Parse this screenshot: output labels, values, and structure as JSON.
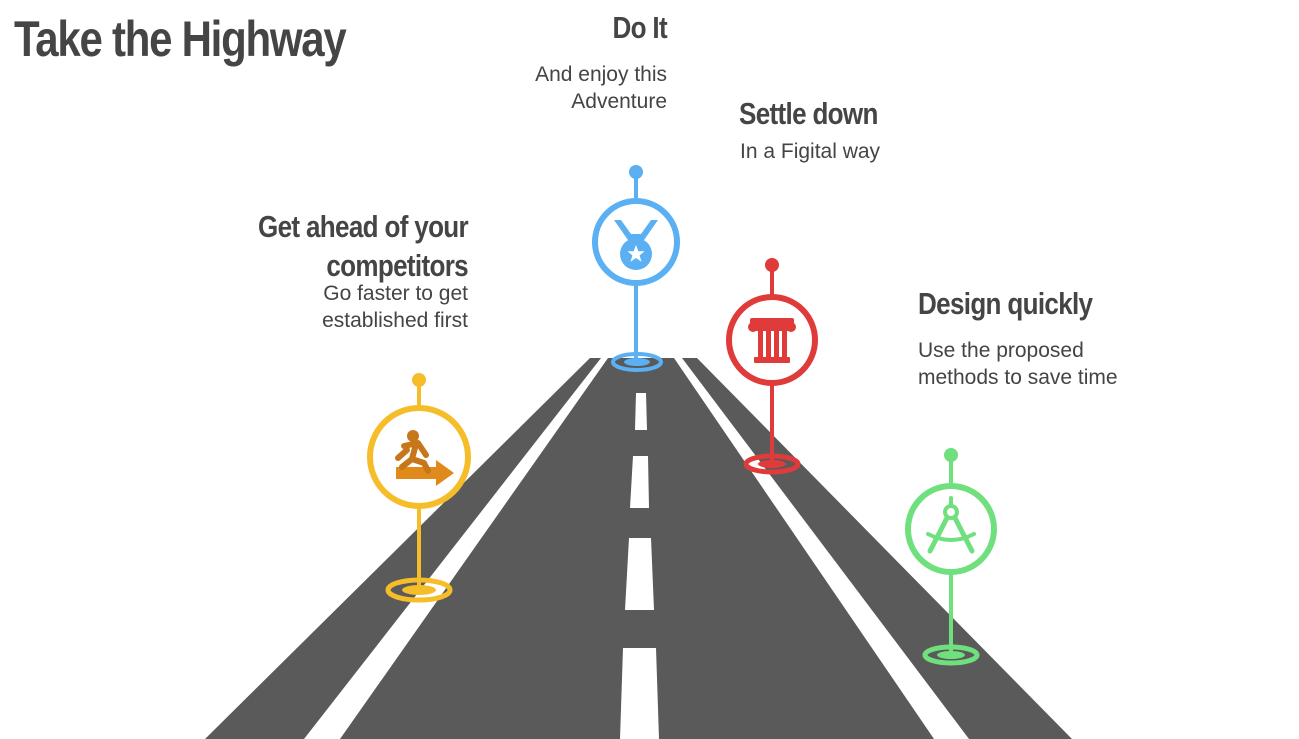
{
  "title": "Take the Highway",
  "colors": {
    "road": "#5a5a5a",
    "lane_marking": "#ffffff",
    "text": "#454545",
    "yellow": "#f6bd2a",
    "blue": "#5ab0f2",
    "red": "#e03b3b",
    "green": "#6fe07d"
  },
  "milestones": [
    {
      "id": "get-ahead",
      "heading": "Get ahead of your competitors",
      "description": "Go faster to get established first",
      "icon": "running-man-arrow-icon",
      "color": "#f6bd2a"
    },
    {
      "id": "do-it",
      "heading": "Do It",
      "description": "And enjoy this Adventure",
      "icon": "medal-star-icon",
      "color": "#5ab0f2"
    },
    {
      "id": "settle-down",
      "heading": "Settle down",
      "description": "In a Figital way",
      "icon": "greek-column-icon",
      "color": "#e03b3b"
    },
    {
      "id": "design-quickly",
      "heading": "Design quickly",
      "description": "Use the proposed methods to save time",
      "icon": "drafting-compass-icon",
      "color": "#6fe07d"
    }
  ]
}
